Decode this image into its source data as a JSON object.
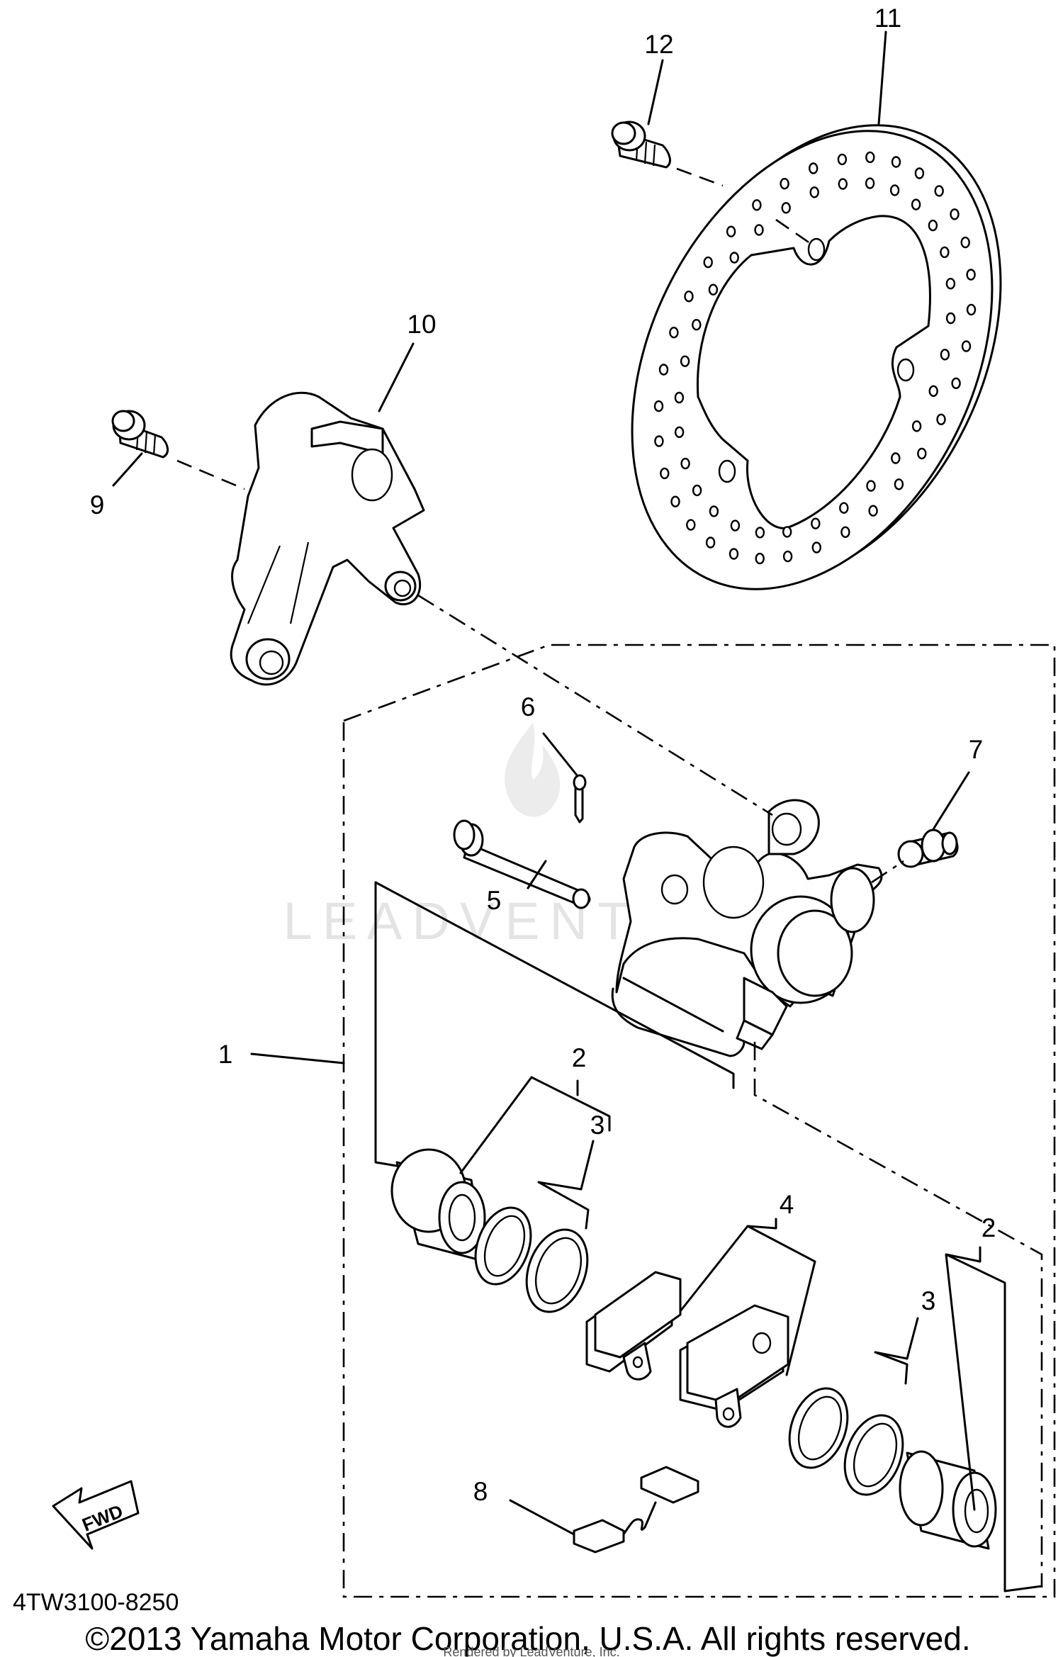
{
  "diagram": {
    "callouts": [
      "1",
      "2",
      "3",
      "4",
      "5",
      "6",
      "7",
      "8",
      "9",
      "10",
      "11",
      "12",
      "2",
      "3"
    ],
    "fwd_label": "FWD",
    "part_number": "4TW3100-8250",
    "copyright": "©2013 Yamaha Motor Corporation, U.S.A. All rights reserved.",
    "rendered_by": "Rendered by LeadVenture, Inc.",
    "watermark": "LEADVENTURE"
  }
}
